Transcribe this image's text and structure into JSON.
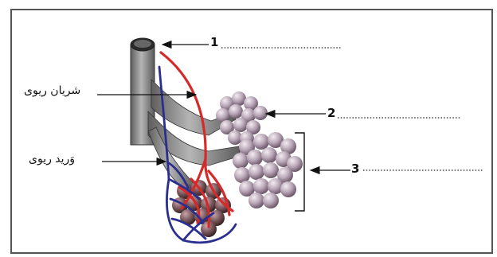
{
  "diagram": {
    "labels": {
      "one": "1",
      "two": "2",
      "three": "3",
      "pulmonary_artery": "شریان ریوی",
      "pulmonary_vein": "وَرید ریوی"
    },
    "colors": {
      "artery": "#d42a2a",
      "vein": "#2a2f8f",
      "airway": "#8a8a8a",
      "alveoli": "#b9a7b7",
      "frame": "#444444"
    }
  }
}
